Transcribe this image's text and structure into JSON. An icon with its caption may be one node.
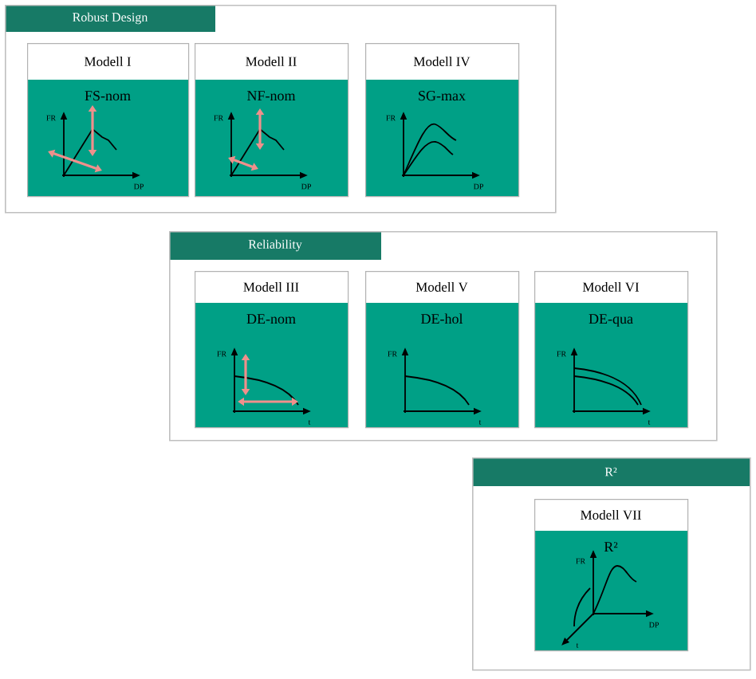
{
  "diagram": {
    "nodes": [
      {
        "text": [
          "Robust Design"
        ]
      },
      {
        "text": [
          "Modell I",
          "FS-nom"
        ],
        "in": 0
      },
      {
        "text": [
          "Modell II",
          "NF-nom"
        ],
        "in": 0
      },
      {
        "text": [
          "Modell IV",
          "SG-max"
        ],
        "in": 0
      },
      {
        "text": [
          "Reliability"
        ]
      },
      {
        "text": [
          "Modell III",
          "DE-nom"
        ],
        "in": 4
      },
      {
        "text": [
          "Modell V",
          "DE-hol"
        ],
        "in": 4
      },
      {
        "text": [
          "Modell VI",
          "DE-qua"
        ],
        "in": 4
      },
      {
        "text": [
          "R²"
        ]
      },
      {
        "text": [
          "Modell VII",
          "R²"
        ],
        "in": 8
      }
    ],
    "edges": [],
    "labels": [
      "FR",
      "DP",
      "FR",
      "DP",
      "FR",
      "DP",
      "FR",
      "t",
      "FR",
      "t",
      "FR",
      "t",
      "FR",
      "DP",
      "t"
    ]
  }
}
